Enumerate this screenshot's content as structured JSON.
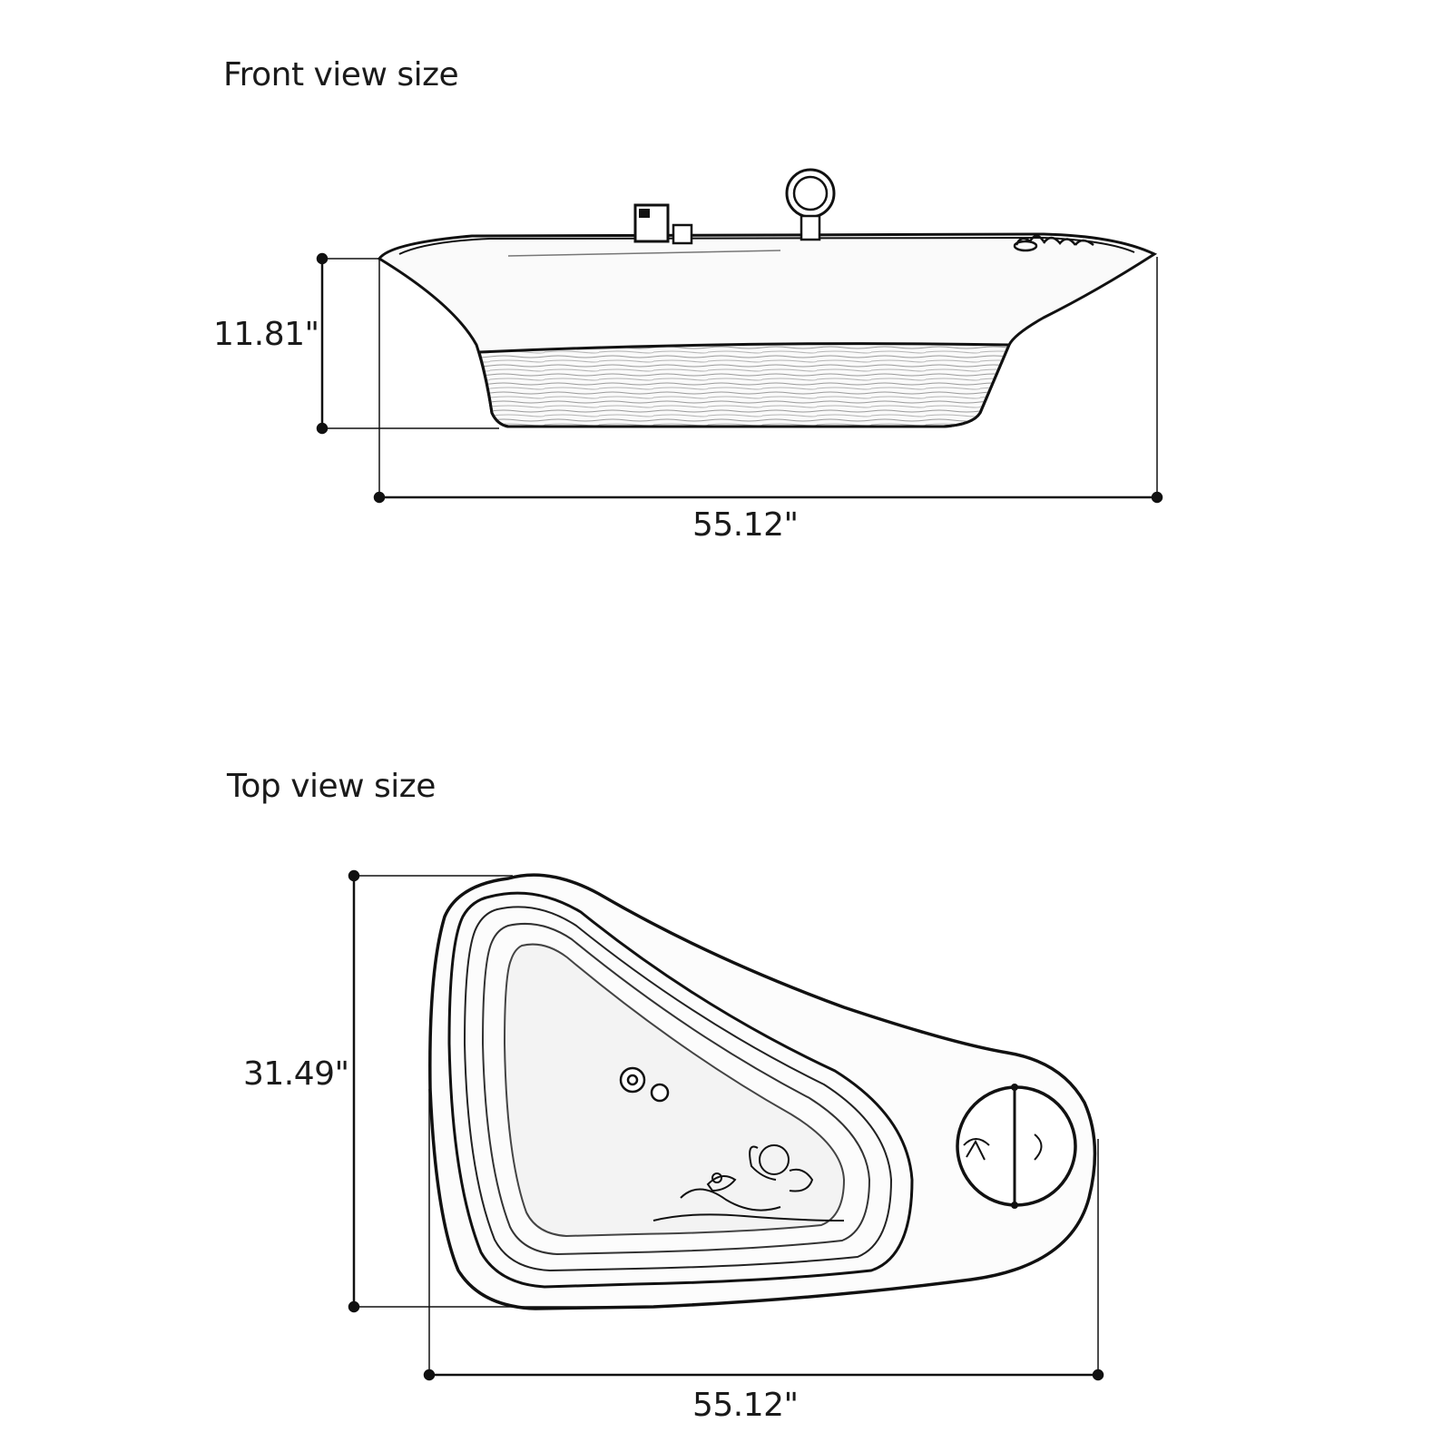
{
  "front_view": {
    "title": "Front view size",
    "height_label": "11.81\"",
    "width_label": "55.12\""
  },
  "top_view": {
    "title": "Top view size",
    "depth_label": "31.49\"",
    "width_label": "55.12\""
  },
  "colors": {
    "line": "#111111",
    "shade": "#d9d9d9",
    "background": "#ffffff"
  }
}
